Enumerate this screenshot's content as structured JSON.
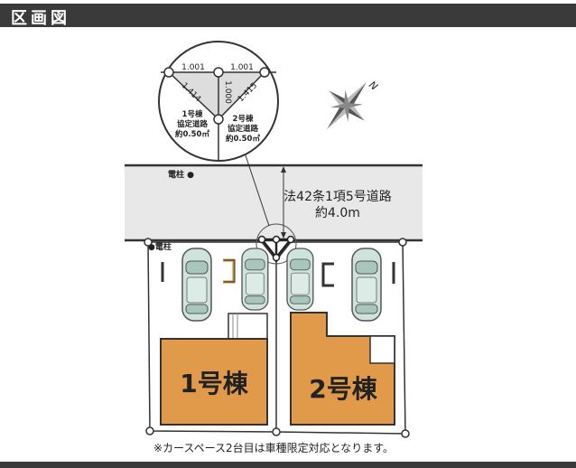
{
  "header": {
    "title": "区画図"
  },
  "road": {
    "label": "法42条1項5号道路",
    "width": "約4.0m"
  },
  "poles": {
    "top": "電柱 ●",
    "left": "●電柱"
  },
  "detail": {
    "dim_top_left": "1.001",
    "dim_top_right": "1.001",
    "dim_diag_left": "1.414",
    "dim_center": "1.000",
    "dim_diag_right": "1.415",
    "lot1_label_1": "1号棟",
    "lot1_label_2": "協定道路",
    "lot1_label_3": "約0.50㎡",
    "lot2_label_1": "2号棟",
    "lot2_label_2": "協定道路",
    "lot2_label_3": "約0.50㎡"
  },
  "compass": {
    "north": "N"
  },
  "buildings": [
    {
      "label": "1号棟"
    },
    {
      "label": "2号棟"
    }
  ],
  "note": "※カースペース2台目は車種限定対応となります。",
  "colors": {
    "building": "#e09a4a",
    "road": "#e8e8e8",
    "car": "#cfe3dc",
    "header": "#3a3a3a"
  }
}
